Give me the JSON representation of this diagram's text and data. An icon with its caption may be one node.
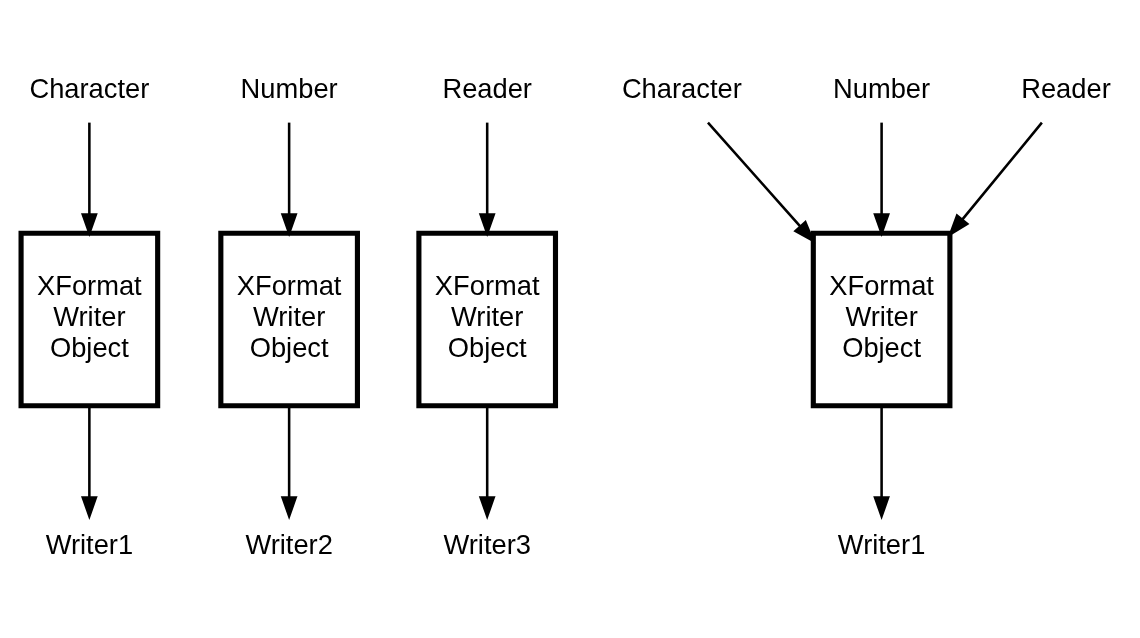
{
  "diagram": {
    "nodes": [
      {
        "text": [
          "Character"
        ]
      },
      {
        "text": [
          "Number"
        ]
      },
      {
        "text": [
          "Reader"
        ]
      },
      {
        "text": [
          "XFormat Writer Object"
        ]
      },
      {
        "text": [
          "XFormat Writer Object"
        ]
      },
      {
        "text": [
          "XFormat Writer Object"
        ]
      },
      {
        "text": [
          "Writer1"
        ]
      },
      {
        "text": [
          "Writer2"
        ]
      },
      {
        "text": [
          "Writer3"
        ]
      },
      {
        "text": [
          "Character"
        ]
      },
      {
        "text": [
          "Number"
        ]
      },
      {
        "text": [
          "Reader"
        ]
      },
      {
        "text": [
          "XFormat Writer Object"
        ]
      },
      {
        "text": [
          "Writer1"
        ]
      }
    ],
    "edges": [
      {
        "from": 0,
        "to": 3,
        "arrow": "to"
      },
      {
        "from": 1,
        "to": 4,
        "arrow": "to"
      },
      {
        "from": 2,
        "to": 5,
        "arrow": "to"
      },
      {
        "from": 3,
        "to": 6,
        "arrow": "to"
      },
      {
        "from": 4,
        "to": 7,
        "arrow": "to"
      },
      {
        "from": 5,
        "to": 8,
        "arrow": "to"
      },
      {
        "from": 9,
        "to": 12,
        "arrow": "to"
      },
      {
        "from": 10,
        "to": 12,
        "arrow": "to"
      },
      {
        "from": 11,
        "to": 12,
        "arrow": "to"
      },
      {
        "from": 12,
        "to": 13,
        "arrow": "to"
      }
    ]
  }
}
